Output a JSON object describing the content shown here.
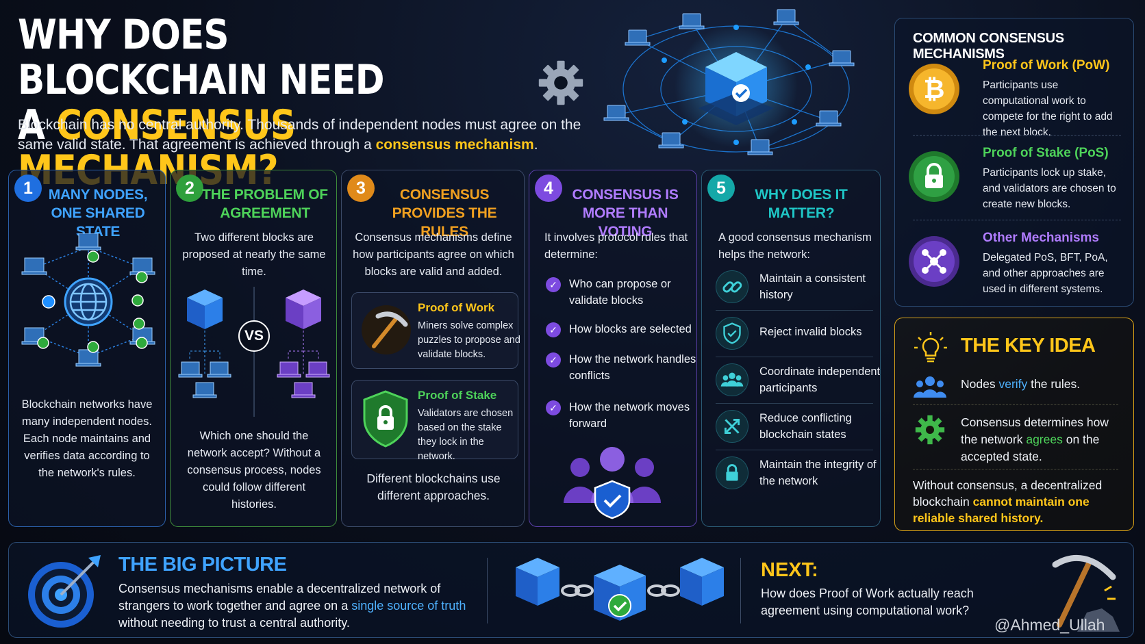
{
  "header": {
    "title_line1": "WHY DOES BLOCKCHAIN NEED",
    "title_a": "A",
    "title_highlight": "CONSENSUS MECHANISM?",
    "intro_pre": "Blockchain has no central authority. Thousands of independent nodes must agree on the same valid state. That agreement is achieved through a",
    "intro_highlight": "consensus mechanism",
    "intro_post": "."
  },
  "mechanisms": {
    "title": "COMMON CONSENSUS MECHANISMS",
    "items": [
      {
        "title": "Proof of Work (PoW)",
        "desc": "Participants use computational work to compete for the right to add the next block.",
        "color": "#ffc61a",
        "icon": "bitcoin-icon"
      },
      {
        "title": "Proof of Stake (PoS)",
        "desc": "Participants lock up stake, and validators are chosen to create new blocks.",
        "color": "#4ed35a",
        "icon": "lock-icon"
      },
      {
        "title": "Other Mechanisms",
        "desc": "Delegated PoS, BFT, PoA, and other approaches are used in different systems.",
        "color": "#b07cff",
        "icon": "network-icon"
      }
    ]
  },
  "key_idea": {
    "title": "THE KEY IDEA",
    "row1_pre": "Nodes",
    "row1_hl": "verify",
    "row1_post": "the rules.",
    "row2_pre": "Consensus determines how the network",
    "row2_hl": "agrees",
    "row2_post": "on the accepted state.",
    "foot_pre": "Without consensus, a decentralized blockchain",
    "foot_hl": "cannot maintain one reliable shared history."
  },
  "cards": [
    {
      "num": "1",
      "title": "MANY NODES, ONE SHARED STATE",
      "color": "#3fa3ff",
      "text": "Blockchain networks have many independent nodes. Each node maintains and verifies data according to the network's rules."
    },
    {
      "num": "2",
      "title": "THE PROBLEM OF AGREEMENT",
      "color": "#4ed35a",
      "intro": "Two different blocks are proposed at nearly the same time.",
      "vs": "VS",
      "text": "Which one should the network accept? Without a consensus process, nodes could follow different histories."
    },
    {
      "num": "3",
      "title": "CONSENSUS PROVIDES THE RULES",
      "color": "#f0a020",
      "intro": "Consensus mechanisms define how participants agree on which blocks are valid and added.",
      "box1_title": "Proof of Work",
      "box1_desc": "Miners solve complex puzzles to propose and validate blocks.",
      "box2_title": "Proof of Stake",
      "box2_desc": "Validators are chosen based on the stake they lock in the network.",
      "foot": "Different blockchains use different approaches."
    },
    {
      "num": "4",
      "title": "CONSENSUS IS MORE THAN VOTING",
      "color": "#9a6bff",
      "intro": "It involves protocol rules that determine:",
      "checks": [
        "Who can propose or validate blocks",
        "How blocks are selected",
        "How the network handles conflicts",
        "How the network moves forward"
      ]
    },
    {
      "num": "5",
      "title": "WHY DOES IT MATTER?",
      "color": "#1fc6c6",
      "intro": "A good consensus mechanism helps the network:",
      "items": [
        "Maintain a consistent history",
        "Reject invalid blocks",
        "Coordinate independent participants",
        "Reduce conflicting blockchain states",
        "Maintain the integrity of the network"
      ]
    }
  ],
  "big_picture": {
    "title": "THE BIG PICTURE",
    "text_pre": "Consensus mechanisms enable a decentralized network of strangers to work together and agree on a",
    "text_hl": "single source of truth",
    "text_post": "without needing to trust a central authority."
  },
  "next": {
    "title": "NEXT:",
    "text": "How does Proof of Work actually reach agreement using computational work?"
  },
  "watermark": "@Ahmed_Ullah"
}
